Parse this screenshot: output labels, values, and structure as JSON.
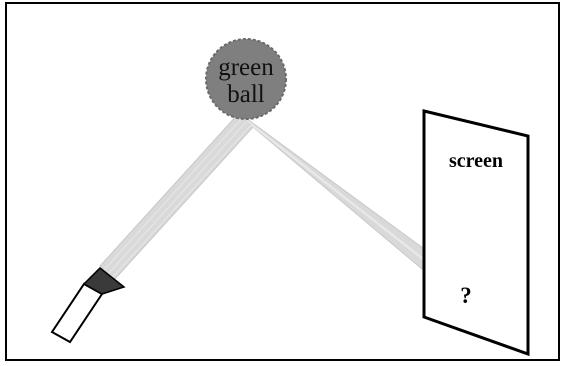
{
  "diagram": {
    "ball": {
      "label_line1": "green",
      "label_line2": "ball"
    },
    "screen": {
      "label": "screen",
      "mark": "?"
    },
    "colors": {
      "frame": "#000000",
      "beam": "#d9d9d9",
      "ball": "#7f7f7f",
      "torch_head": "#3a3a3a",
      "screen_fill": "#ffffff"
    },
    "icons": {
      "light_source": "flashlight-icon",
      "ball": "ball-icon",
      "screen": "screen-panel-icon"
    }
  }
}
